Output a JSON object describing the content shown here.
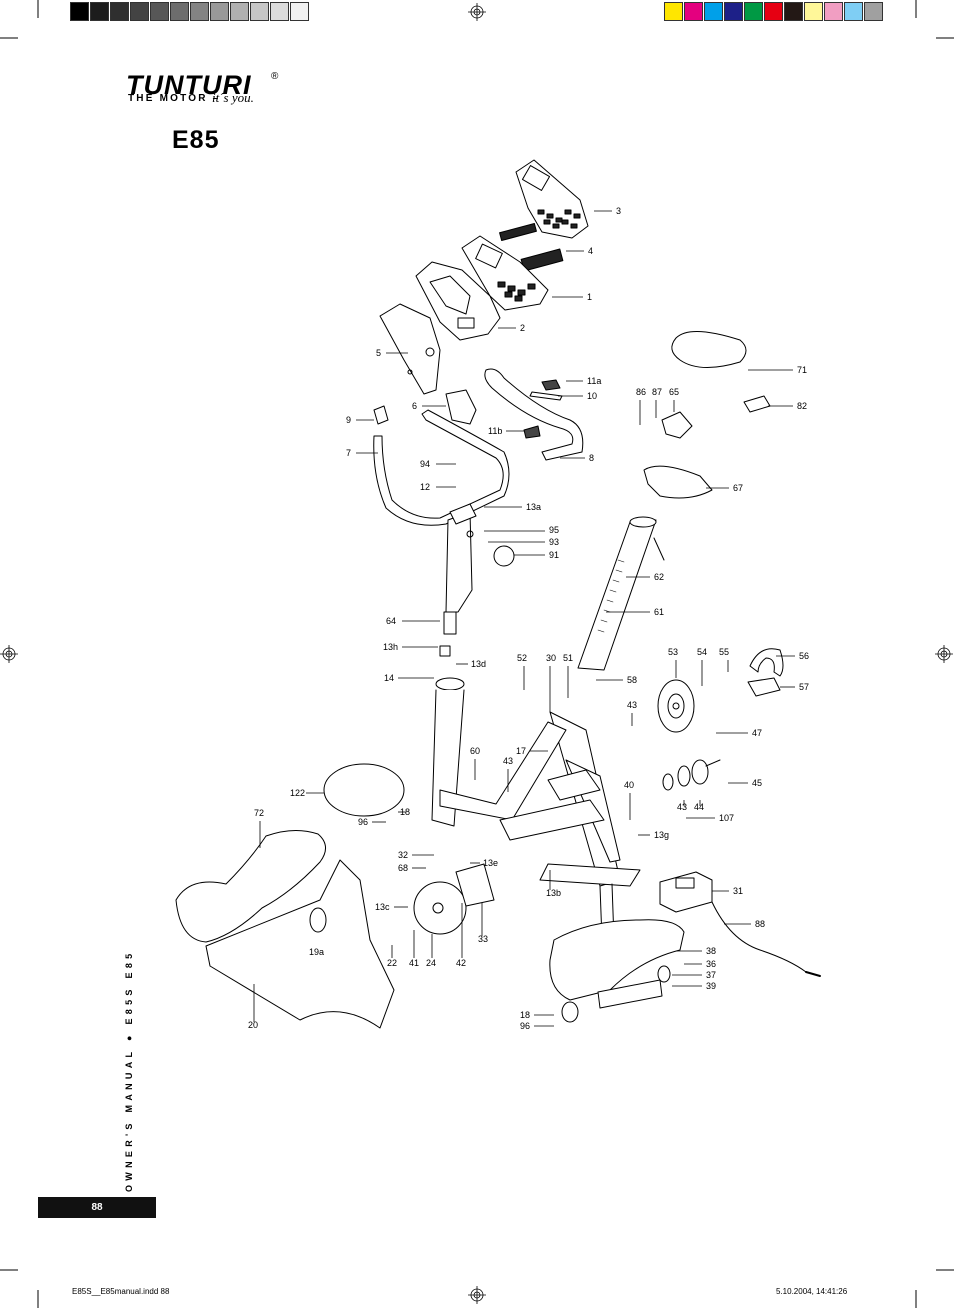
{
  "brand": {
    "name": "TUNTURI",
    "registered": "®",
    "tagline_main": "THE MOTOR –",
    "tagline_sub": "it´s you."
  },
  "model": "E85",
  "side_text": "OWNER'S MANUAL ● E85S E85",
  "page_number": "88",
  "footer": {
    "file": "E85S__E85manual.indd   88",
    "timestamp": "5.10.2004, 14:41:26"
  },
  "colors": {
    "gray_bar": [
      "#000000",
      "#1c1c1c",
      "#2f2f2f",
      "#434343",
      "#575757",
      "#6d6d6d",
      "#838383",
      "#999999",
      "#b0b0b0",
      "#c6c6c6",
      "#dcdcdc",
      "#f2f2f2"
    ],
    "color_bar": [
      "#ffe600",
      "#e4007f",
      "#00a0e9",
      "#1d2088",
      "#009944",
      "#e60012",
      "#231815",
      "#fff799",
      "#f19ec2",
      "#7fcef4",
      "#a0a0a0"
    ]
  },
  "icons": [
    "registration-target-icon",
    "crop-mark-icon"
  ],
  "callouts": [
    {
      "label": "3"
    },
    {
      "label": "4"
    },
    {
      "label": "1"
    },
    {
      "label": "2"
    },
    {
      "label": "5"
    },
    {
      "label": "71"
    },
    {
      "label": "86"
    },
    {
      "label": "87"
    },
    {
      "label": "65"
    },
    {
      "label": "82"
    },
    {
      "label": "11a"
    },
    {
      "label": "10"
    },
    {
      "label": "6"
    },
    {
      "label": "9"
    },
    {
      "label": "11b"
    },
    {
      "label": "7"
    },
    {
      "label": "8"
    },
    {
      "label": "94"
    },
    {
      "label": "12"
    },
    {
      "label": "67"
    },
    {
      "label": "13a"
    },
    {
      "label": "95"
    },
    {
      "label": "93"
    },
    {
      "label": "91"
    },
    {
      "label": "62"
    },
    {
      "label": "61"
    },
    {
      "label": "64"
    },
    {
      "label": "13h"
    },
    {
      "label": "13d"
    },
    {
      "label": "14"
    },
    {
      "label": "52"
    },
    {
      "label": "30"
    },
    {
      "label": "51"
    },
    {
      "label": "58"
    },
    {
      "label": "53"
    },
    {
      "label": "54"
    },
    {
      "label": "55"
    },
    {
      "label": "56"
    },
    {
      "label": "57"
    },
    {
      "label": "43"
    },
    {
      "label": "47"
    },
    {
      "label": "60"
    },
    {
      "label": "17"
    },
    {
      "label": "43"
    },
    {
      "label": "45"
    },
    {
      "label": "122"
    },
    {
      "label": "40"
    },
    {
      "label": "43"
    },
    {
      "label": "44"
    },
    {
      "label": "72"
    },
    {
      "label": "18"
    },
    {
      "label": "96"
    },
    {
      "label": "107"
    },
    {
      "label": "13g"
    },
    {
      "label": "32"
    },
    {
      "label": "68"
    },
    {
      "label": "13e"
    },
    {
      "label": "13b"
    },
    {
      "label": "31"
    },
    {
      "label": "13c"
    },
    {
      "label": "88"
    },
    {
      "label": "33"
    },
    {
      "label": "22"
    },
    {
      "label": "41"
    },
    {
      "label": "24"
    },
    {
      "label": "42"
    },
    {
      "label": "19a"
    },
    {
      "label": "38"
    },
    {
      "label": "36"
    },
    {
      "label": "37"
    },
    {
      "label": "39"
    },
    {
      "label": "20"
    },
    {
      "label": "18"
    },
    {
      "label": "96"
    }
  ]
}
